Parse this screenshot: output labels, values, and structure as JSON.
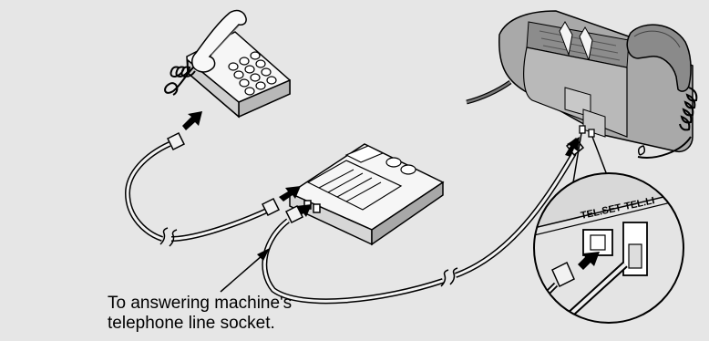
{
  "caption": {
    "line1": "To answering machine's",
    "line2": "telephone line socket."
  },
  "inset": {
    "label_tel_set": "TEL.SET",
    "label_tel_line": "TEL.LI"
  },
  "colors": {
    "background": "#e6e6e6",
    "device_body": "#f4f4f4",
    "device_shadow": "#9a9a9a",
    "outline": "#000000",
    "inset_fill": "#d8d8d8"
  }
}
